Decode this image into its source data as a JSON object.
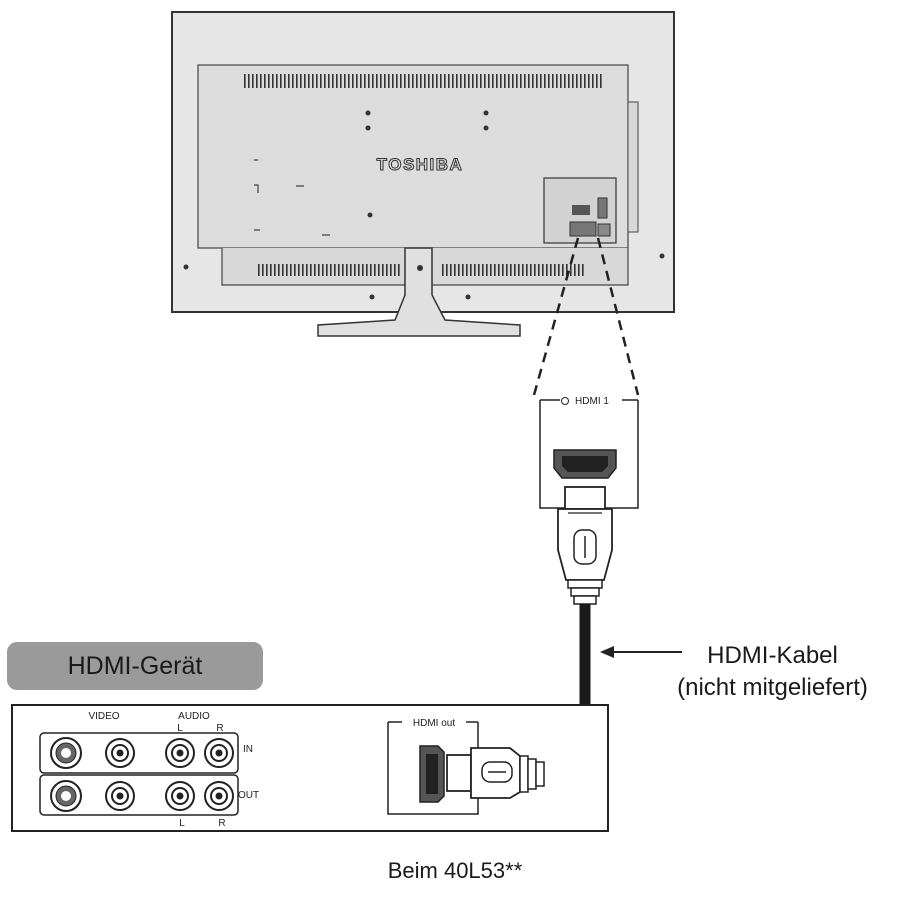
{
  "tv": {
    "brand": "TOSHIBA",
    "port_label": "HDMI 1"
  },
  "device": {
    "name": "HDMI-Gerät",
    "video_label": "VIDEO",
    "audio_label": "AUDIO",
    "audio_left": "L",
    "audio_right": "R",
    "in_label": "IN",
    "out_label": "OUT",
    "hdmi_out_label": "HDMI out"
  },
  "cable": {
    "line1": "HDMI-Kabel",
    "line2": "(nicht mitgeliefert)"
  },
  "caption": "Beim 40L53**",
  "colors": {
    "outline": "#333333",
    "tv_fill": "#e6e6e6",
    "badge": "#9a9a9a",
    "cable": "#1a1a1a"
  }
}
